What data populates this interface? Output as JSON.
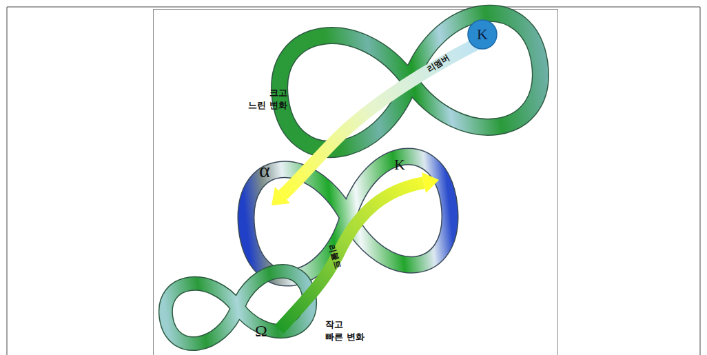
{
  "diagram": {
    "nodes": [
      {
        "text": [
          "K"
        ]
      }
    ],
    "labels": [
      "리멤버",
      "크고 느린 변화",
      "α",
      "K",
      "리볼트",
      "Ω",
      "작고 빠른 변화"
    ]
  }
}
